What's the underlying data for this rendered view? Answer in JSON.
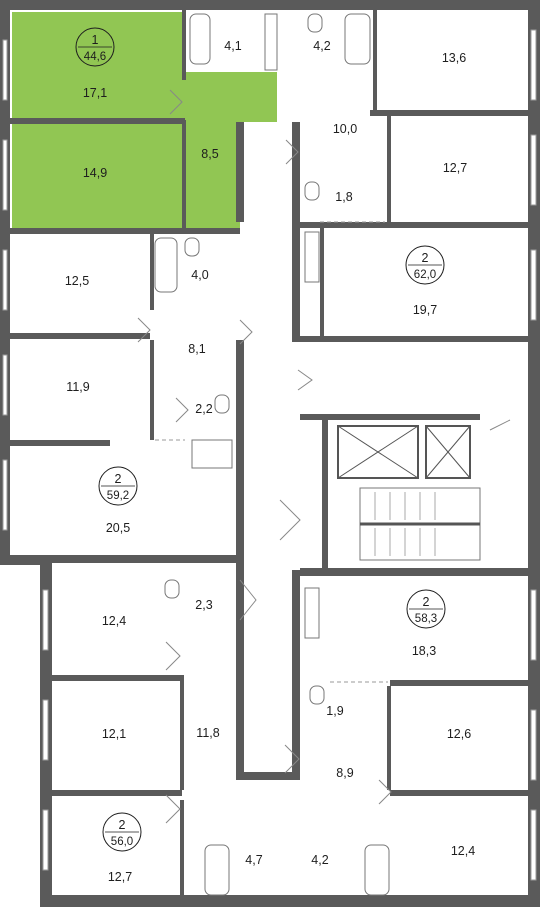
{
  "highlight_color": "#8bc34a",
  "apartments": [
    {
      "id": "apt-1",
      "rooms": "1",
      "total_area": "44,6",
      "highlighted": true,
      "areas": [
        "17,1",
        "14,9",
        "8,5",
        "4,1"
      ]
    },
    {
      "id": "apt-2a",
      "rooms": "2",
      "total_area": "62,0",
      "highlighted": false,
      "areas": [
        "4,2",
        "13,6",
        "10,0",
        "12,7",
        "1,8",
        "19,7"
      ]
    },
    {
      "id": "apt-2b",
      "rooms": "2",
      "total_area": "59,2",
      "highlighted": false,
      "areas": [
        "12,5",
        "4,0",
        "8,1",
        "11,9",
        "2,2",
        "20,5"
      ]
    },
    {
      "id": "apt-2c",
      "rooms": "2",
      "total_area": "58,3",
      "highlighted": false,
      "areas": [
        "18,3",
        "1,9",
        "12,6",
        "8,9",
        "12,4",
        "4,2"
      ]
    },
    {
      "id": "apt-2d",
      "rooms": "2",
      "total_area": "56,0",
      "highlighted": false,
      "areas": [
        "12,4",
        "2,3",
        "12,1",
        "11,8",
        "12,7",
        "4,7"
      ]
    }
  ]
}
